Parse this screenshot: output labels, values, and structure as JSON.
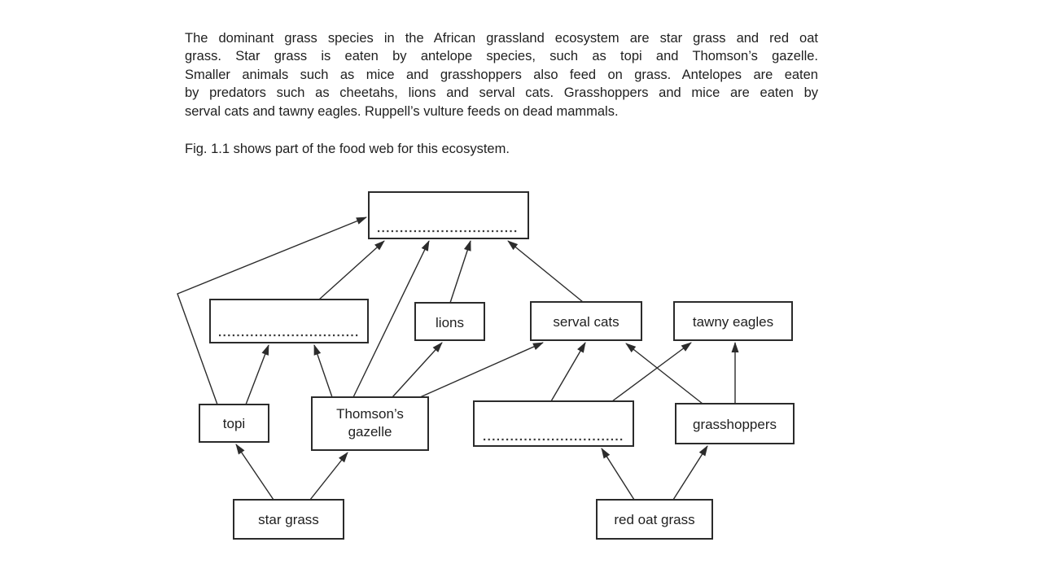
{
  "document": {
    "intro_lines": [
      "The dominant grass species in the African grassland ecosystem are star grass and red oat",
      "grass. Star grass is eaten by antelope species, such as topi and Thomson’s gazelle.",
      "Smaller animals such as mice and grasshoppers also feed on grass. Antelopes are eaten",
      "by predators such as cheetahs, lions and serval cats. Grasshoppers and mice are eaten by",
      "serval cats and tawny eagles. Ruppell’s vulture feeds on dead mammals."
    ],
    "caption": "Fig. 1.1 shows part of the food web for this ecosystem."
  },
  "food_web": {
    "figure_label": "Fig. 1.1",
    "nodes": {
      "blank_top": {
        "label": "",
        "blank": true,
        "note": "empty answer box with dotted line"
      },
      "blank_left": {
        "label": "",
        "blank": true,
        "note": "empty answer box with dotted line"
      },
      "lions": {
        "label": "lions"
      },
      "serval_cats": {
        "label": "serval cats"
      },
      "tawny_eagles": {
        "label": "tawny eagles"
      },
      "topi": {
        "label": "topi"
      },
      "thomsons_gazelle": {
        "label": "Thomson’s gazelle",
        "line1": "Thomson’s",
        "line2": "gazelle"
      },
      "blank_middle": {
        "label": "",
        "blank": true,
        "note": "empty answer box with dotted line"
      },
      "grasshoppers": {
        "label": "grasshoppers"
      },
      "star_grass": {
        "label": "star grass"
      },
      "red_oat_grass": {
        "label": "red oat grass"
      }
    },
    "edges": [
      {
        "from": "star_grass",
        "to": "topi"
      },
      {
        "from": "star_grass",
        "to": "thomsons_gazelle"
      },
      {
        "from": "red_oat_grass",
        "to": "blank_middle"
      },
      {
        "from": "red_oat_grass",
        "to": "grasshoppers"
      },
      {
        "from": "topi",
        "to": "blank_left"
      },
      {
        "from": "topi",
        "to": "blank_top"
      },
      {
        "from": "thomsons_gazelle",
        "to": "blank_left"
      },
      {
        "from": "thomsons_gazelle",
        "to": "blank_top"
      },
      {
        "from": "thomsons_gazelle",
        "to": "lions"
      },
      {
        "from": "thomsons_gazelle",
        "to": "serval_cats"
      },
      {
        "from": "blank_left",
        "to": "blank_top"
      },
      {
        "from": "lions",
        "to": "blank_top"
      },
      {
        "from": "serval_cats",
        "to": "blank_top"
      },
      {
        "from": "blank_middle",
        "to": "serval_cats"
      },
      {
        "from": "blank_middle",
        "to": "tawny_eagles"
      },
      {
        "from": "grasshoppers",
        "to": "serval_cats"
      },
      {
        "from": "grasshoppers",
        "to": "tawny_eagles"
      }
    ]
  },
  "colors": {
    "background": "#ffffff",
    "ink": "#1f1f1f",
    "line": "#2b2b2b"
  }
}
